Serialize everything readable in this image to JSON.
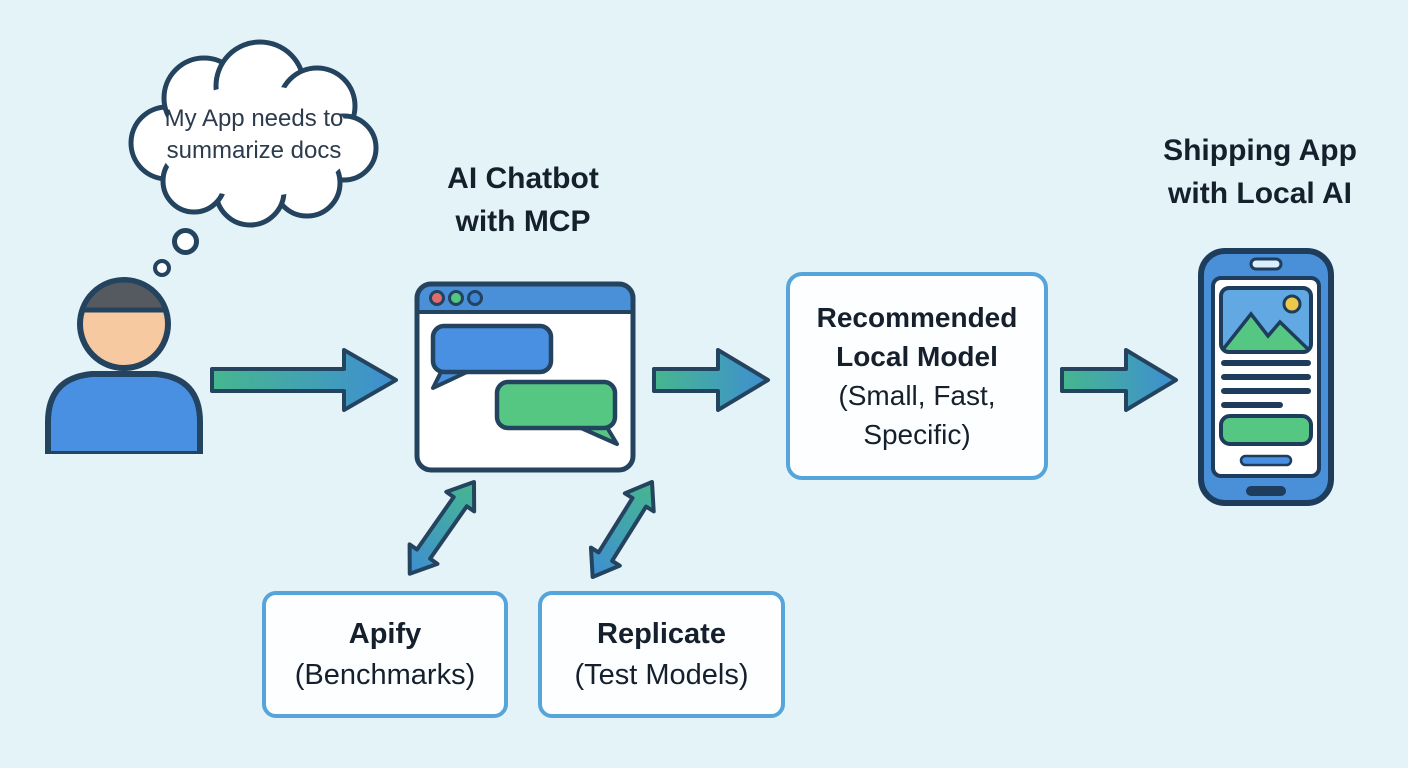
{
  "background_color": "#e4f3f8",
  "colors": {
    "outline": "#24435f",
    "arrow_from": "#46b78f",
    "arrow_to": "#3e8ed2",
    "box_border": "#55a5da",
    "browser_header": "#4a90d9",
    "chat_bubble_blue": "#4a90e2",
    "chat_bubble_green": "#55c783",
    "phone_frame": "#4a90d9",
    "sun_yellow": "#ecc94b",
    "text": "#15202c"
  },
  "icons": {
    "person": "person-icon",
    "thought_cloud": "thought-cloud-icon",
    "chat_window": "chat-window-icon",
    "smartphone": "smartphone-icon",
    "flow_arrow": "block-arrow-icon",
    "double_arrow": "double-headed-arrow-icon"
  },
  "thought_bubble": {
    "line1": "My App needs to",
    "line2": "summarize docs"
  },
  "chatbot_label": {
    "line1": "AI Chatbot",
    "line2": "with MCP"
  },
  "model_box": {
    "line1": "Recommended",
    "line2": "Local Model",
    "line3": "(Small, Fast,",
    "line4": "Specific)"
  },
  "shipping_label": {
    "line1": "Shipping App",
    "line2": "with Local AI"
  },
  "apify_box": {
    "title": "Apify",
    "subtitle": "(Benchmarks)"
  },
  "replicate_box": {
    "title": "Replicate",
    "subtitle": "(Test Models)"
  }
}
